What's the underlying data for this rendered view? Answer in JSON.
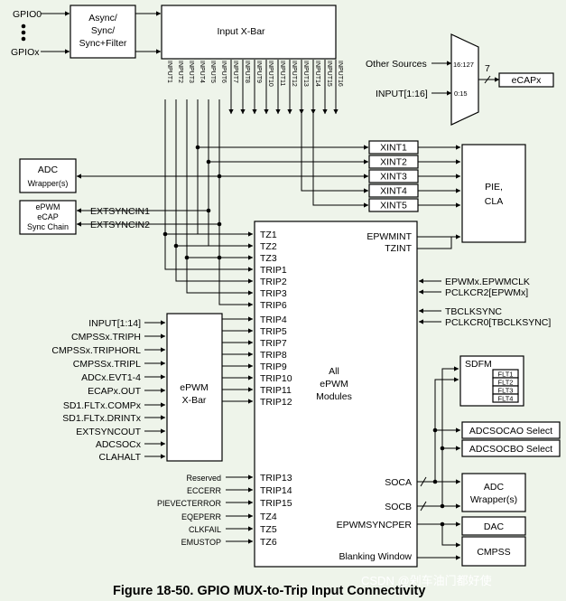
{
  "caption": "Figure 18-50. GPIO MUX-to-Trip Input Connectivity",
  "watermark": "CSDN @剁车油门都好使",
  "gpio": {
    "gpio0": "GPIO0",
    "gpiox": "GPIOx"
  },
  "sync_block": {
    "line1": "Async/",
    "line2": "Sync/",
    "line3": "Sync+Filter"
  },
  "input_xbar": {
    "title": "Input X-Bar"
  },
  "xbar_outputs": [
    "INPUT1",
    "INPUT2",
    "INPUT3",
    "INPUT4",
    "INPUT5",
    "INPUT6",
    "INPUT7",
    "INPUT8",
    "INPUT9",
    "INPUT10",
    "INPUT11",
    "INPUT12",
    "INPUT13",
    "INPUT14",
    "INPUT15",
    "INPUT16"
  ],
  "ecap_mux": {
    "other_sources": "Other Sources",
    "input_range": "INPUT[1:16]",
    "port_high": "16:127",
    "port_low": "0:15",
    "bus_width": "7",
    "dest": "eCAPx"
  },
  "adc_wrapper": {
    "line1": "ADC",
    "line2": "Wrapper(s)"
  },
  "sync_chain": {
    "line1": "ePWM",
    "line2": "eCAP",
    "line3": "Sync Chain"
  },
  "extsync": [
    "EXTSYNCIN1",
    "EXTSYNCIN2"
  ],
  "xint": [
    "XINT1",
    "XINT2",
    "XINT3",
    "XINT4",
    "XINT5"
  ],
  "pie": {
    "line1": "PIE,",
    "line2": "CLA"
  },
  "epwm_xbar": {
    "line1": "ePWM",
    "line2": "X-Bar"
  },
  "epwm_xbar_inputs": [
    "INPUT[1:14]",
    "CMPSSx.TRIPH",
    "CMPSSx.TRIPHORL",
    "CMPSSx.TRIPL",
    "ADCx.EVT1-4",
    "ECAPx.OUT",
    "SD1.FLTx.COMPx",
    "SD1.FLTx.DRINTx",
    "EXTSYNCOUT",
    "ADCSOCx",
    "CLAHALT"
  ],
  "epwm_modules": {
    "line1": "All",
    "line2": "ePWM",
    "line3": "Modules",
    "inputs_top": [
      "TZ1",
      "TZ2",
      "TZ3",
      "TRIP1",
      "TRIP2",
      "TRIP3",
      "TRIP6"
    ],
    "inputs_xbar": [
      "TRIP4",
      "TRIP5",
      "TRIP7",
      "TRIP8",
      "TRIP9",
      "TRIP10",
      "TRIP11",
      "TRIP12"
    ],
    "inputs_bottom": [
      "TRIP13",
      "TRIP14",
      "TRIP15",
      "TZ4",
      "TZ5",
      "TZ6"
    ],
    "outputs": [
      "EPWMINT",
      "TZINT",
      "SOCA",
      "SOCB",
      "EPWMSYNCPER",
      "Blanking Window"
    ]
  },
  "bottom_sources": [
    "Reserved",
    "ECCERR",
    "PIEVECTERROR",
    "EQEPERR",
    "CLKFAIL",
    "EMUSTOP"
  ],
  "clock_inputs": [
    "EPWMx.EPWMCLK",
    "PCLKCR2[EPWMx]",
    "TBCLKSYNC",
    "PCLKCR0[TBCLKSYNC]"
  ],
  "sdfm": {
    "title": "SDFM",
    "filters": [
      "FLT1",
      "FLT2",
      "FLT3",
      "FLT4"
    ]
  },
  "adcsoc_selects": [
    "ADCSOCAO Select",
    "ADCSOCBO Select"
  ],
  "adc_wrapper2": {
    "line1": "ADC",
    "line2": "Wrapper(s)"
  },
  "dac": "DAC",
  "cmpss": "CMPSS"
}
